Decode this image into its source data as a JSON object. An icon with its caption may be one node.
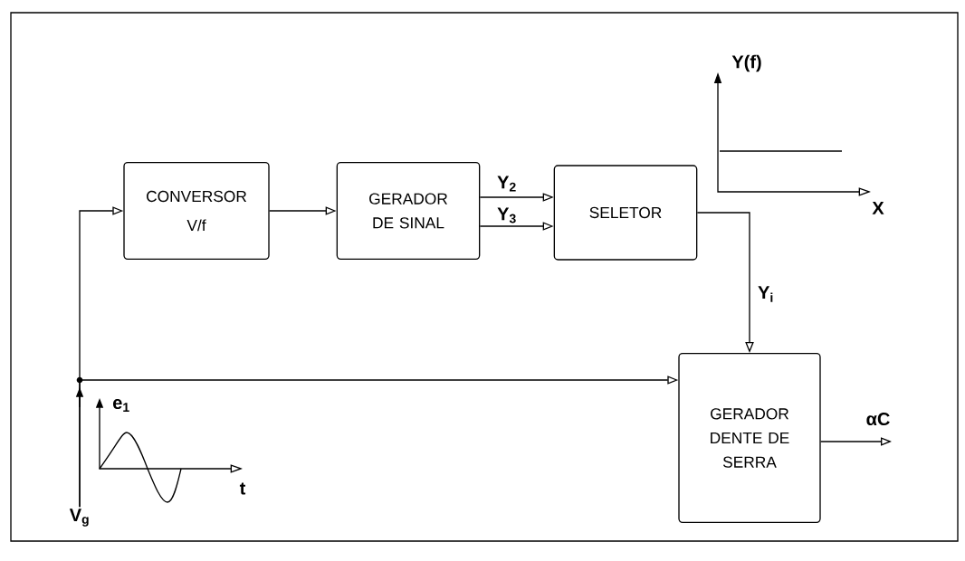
{
  "diagram": {
    "nodes": [
      {
        "text": [
          "CONVERSOR",
          "V/f"
        ]
      },
      {
        "text": [
          "GERADOR DE SINAL"
        ]
      },
      {
        "text": [
          "SELETOR"
        ]
      },
      {
        "text": [
          "GERADOR DENTE DE SERRA"
        ]
      },
      {
        "text": [
          "V$_{g}$"
        ]
      }
    ],
    "edges": [
      {
        "from": 4,
        "to": 0,
        "arrow": "to"
      },
      {
        "from": 4,
        "to": 3,
        "arrow": "to"
      },
      {
        "from": 0,
        "to": 1,
        "arrow": "to"
      },
      {
        "from": 1,
        "to": 2,
        "arrow": "to",
        "label": "Y$_{2}$"
      },
      {
        "from": 1,
        "to": 2,
        "arrow": "to",
        "label": "Y$_{3}$"
      },
      {
        "from": 2,
        "to": 3,
        "arrow": "to",
        "label": "Y$_{i}$"
      },
      {
        "from": 3,
        "to": null,
        "arrow": "to",
        "label": "αC"
      }
    ],
    "labels": [
      "Y(f)",
      "X",
      "e$_{1}$",
      "t"
    ]
  }
}
